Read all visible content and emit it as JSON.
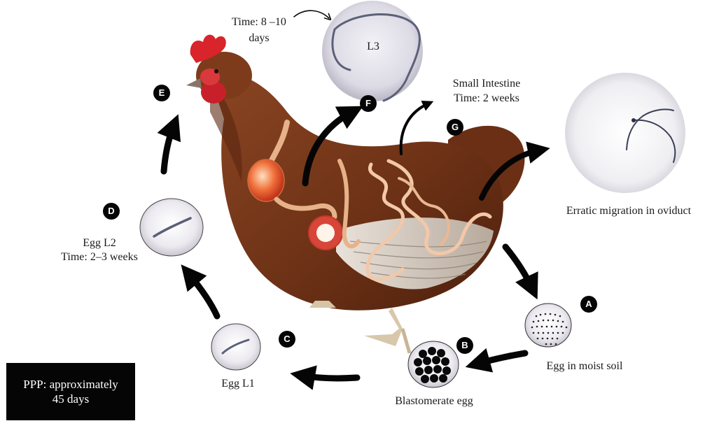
{
  "stages": {
    "a": {
      "badge": "A",
      "label": "Egg in moist soil"
    },
    "b": {
      "badge": "B",
      "label": "Blastomerate egg"
    },
    "c": {
      "badge": "C",
      "label": "Egg L1"
    },
    "d": {
      "badge": "D",
      "label_line1": "Egg L2",
      "label_line2": "Time: 2–3 weeks"
    },
    "e": {
      "badge": "E"
    },
    "f": {
      "badge": "F",
      "time_line1": "Time: 8 –10",
      "time_line2": "days",
      "larva_label": "L3"
    },
    "g": {
      "badge": "G",
      "label_line1": "Small Intestine",
      "label_line2": "Time: 2 weeks"
    }
  },
  "oviduct_label": "Erratic migration in oviduct",
  "ppp": {
    "line1": "PPP: approximately",
    "line2": "45 days"
  },
  "colors": {
    "hen_body": "#7a3a1c",
    "hen_dark": "#4a1f0e",
    "comb": "#d8242a",
    "intestine": "#f2c8a8",
    "arrow": "#050505",
    "badge_bg": "#050505"
  }
}
